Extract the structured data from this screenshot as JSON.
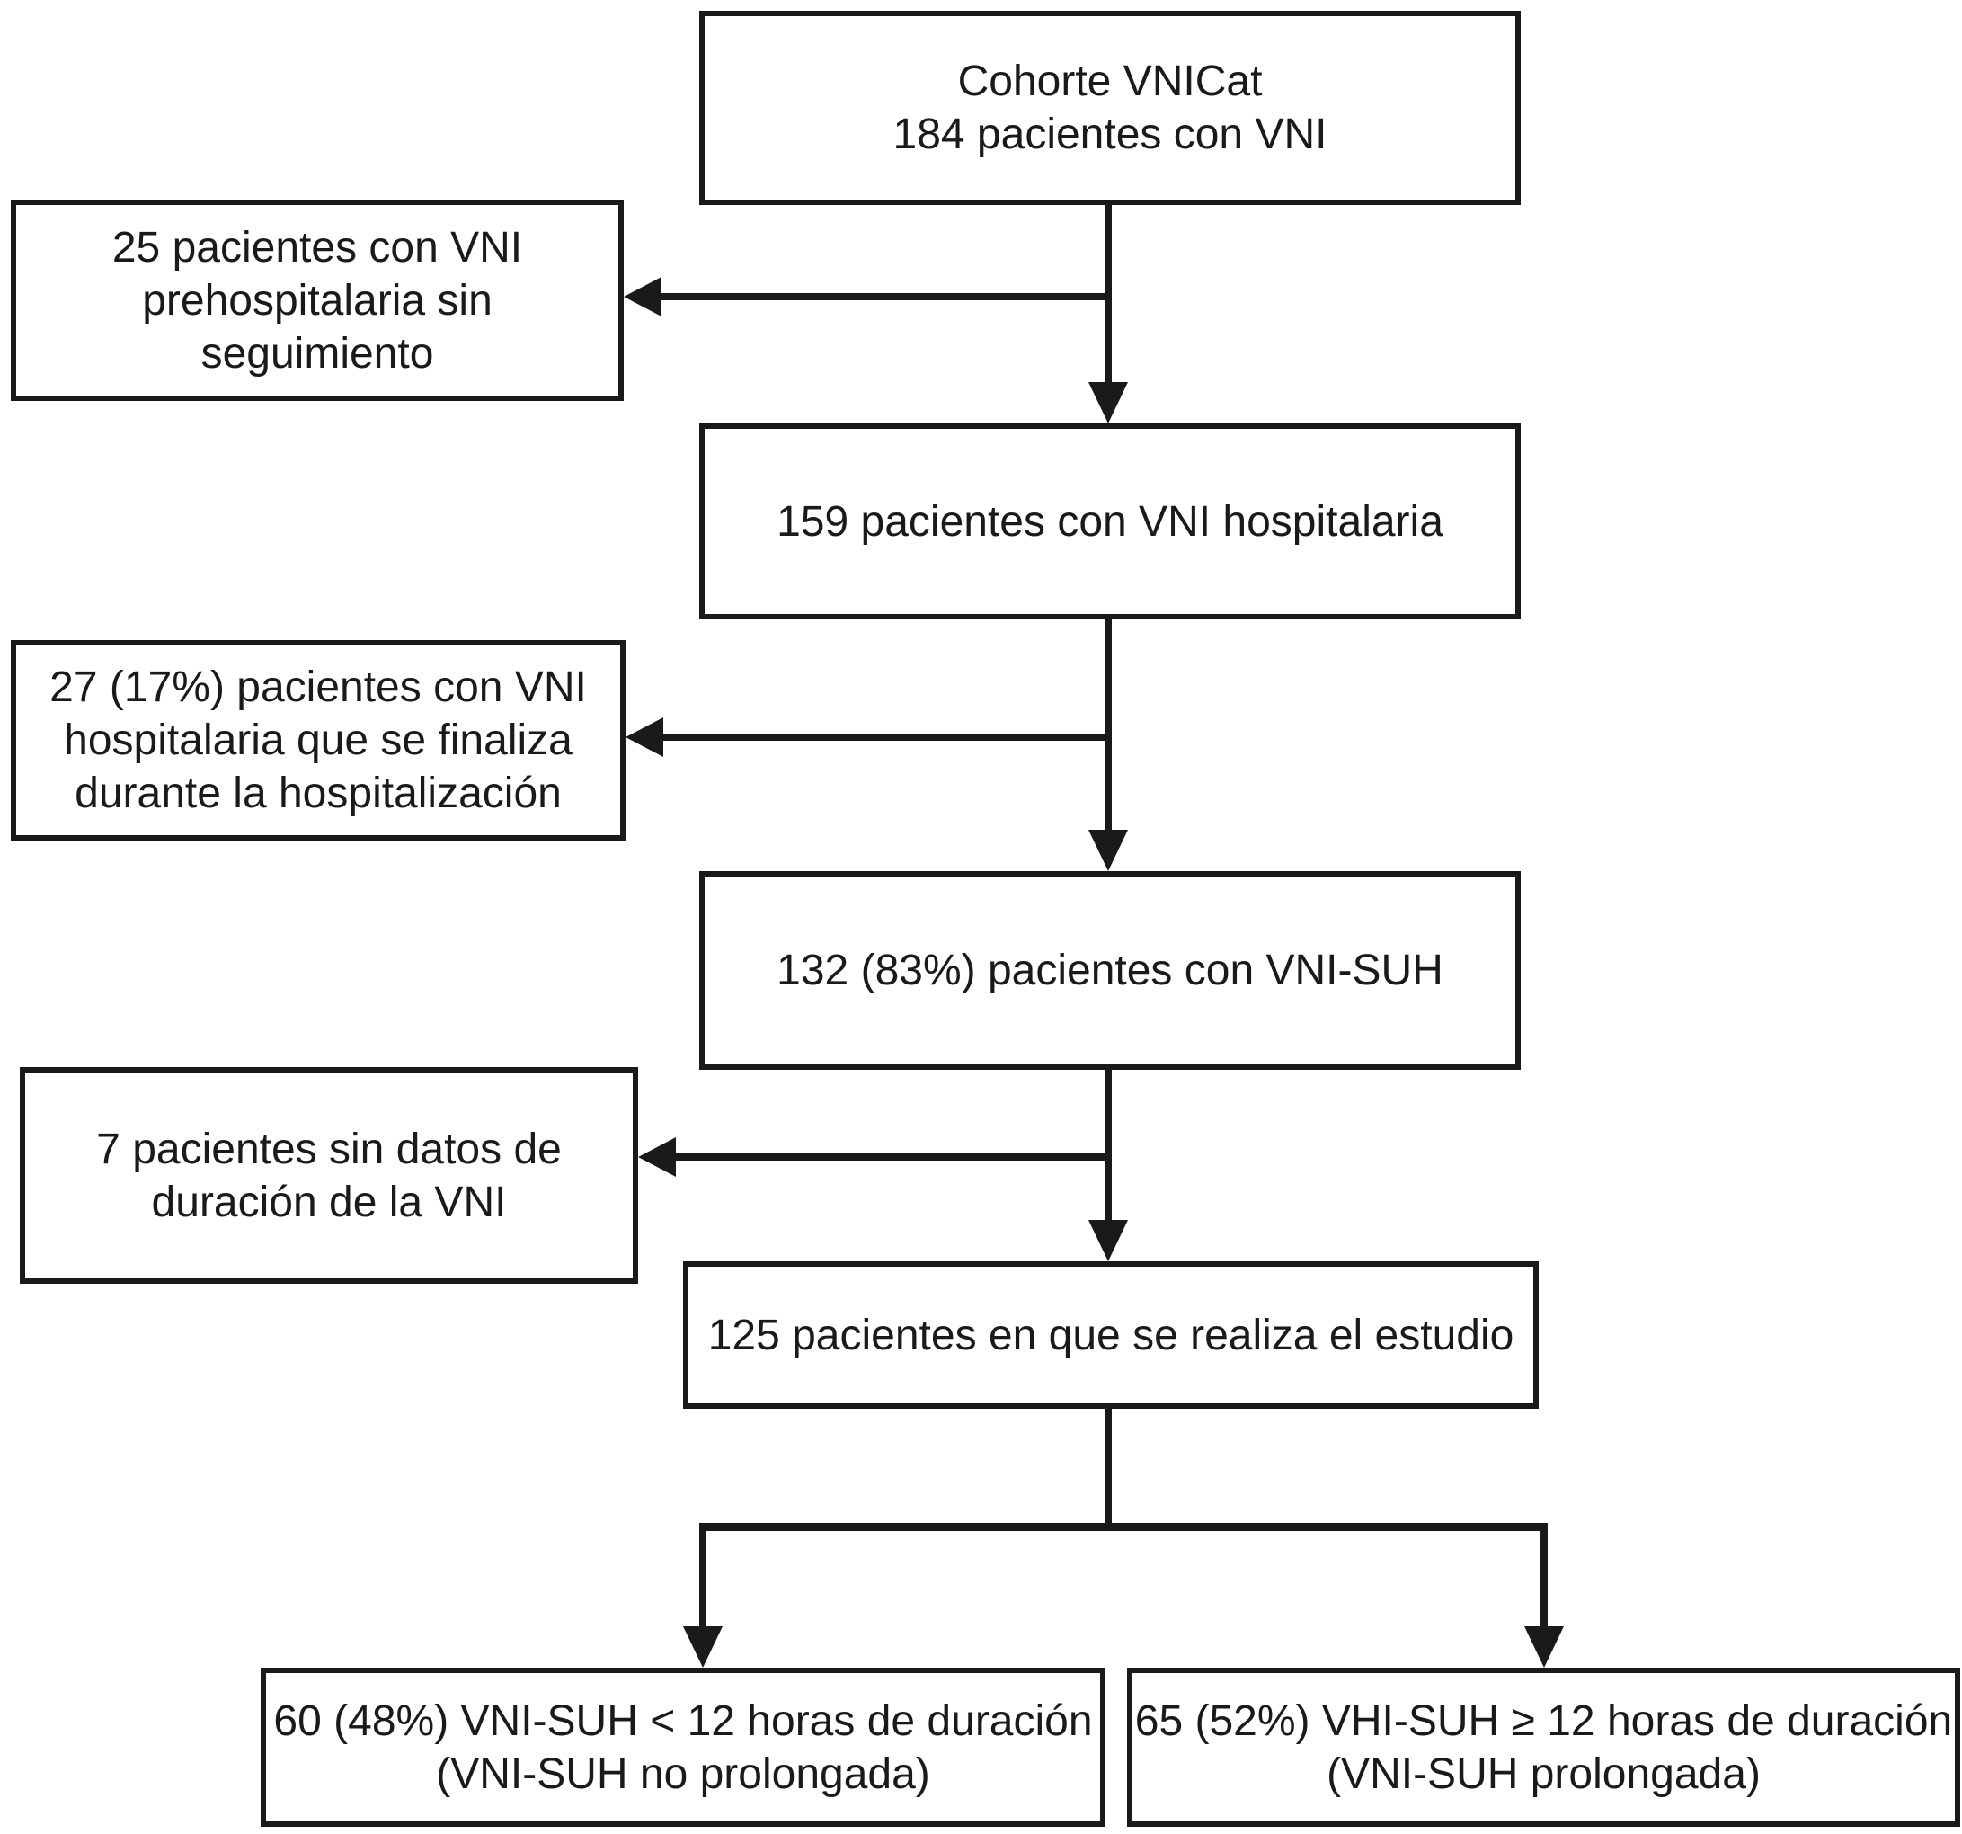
{
  "figure": {
    "background": "#ffffff",
    "line_color": "#1a1a1a",
    "text_color": "#1a1a1a",
    "nodes": {
      "cohorte": {
        "lines": [
          "Cohorte VNICat",
          "184 pacientes con VNI"
        ]
      },
      "excluidos_prehospitalaria": {
        "lines": [
          "25 pacientes con VNI",
          "prehospitalaria sin",
          "seguimiento"
        ]
      },
      "vni_hospitalaria": {
        "lines": [
          "159 pacientes con VNI hospitalaria"
        ]
      },
      "excluidos_finalizada": {
        "lines": [
          "27 (17%) pacientes con VNI",
          "hospitalaria que se finaliza",
          "durante la hospitalización"
        ]
      },
      "vni_suh": {
        "lines": [
          "132 (83%) pacientes con VNI-SUH"
        ]
      },
      "excluidos_sin_datos": {
        "lines": [
          "7 pacientes sin datos de",
          "duración de la VNI"
        ]
      },
      "estudio": {
        "lines": [
          "125 pacientes en que se realiza el estudio"
        ]
      },
      "vni_suh_no_prolongada": {
        "lines": [
          "60 (48%) VNI-SUH < 12 horas de duración",
          "(VNI-SUH no prolongada)"
        ]
      },
      "vni_suh_prolongada": {
        "lines": [
          "65 (52%) VHI-SUH ≥ 12 horas de duración",
          "(VNI-SUH prolongada)"
        ]
      }
    }
  }
}
